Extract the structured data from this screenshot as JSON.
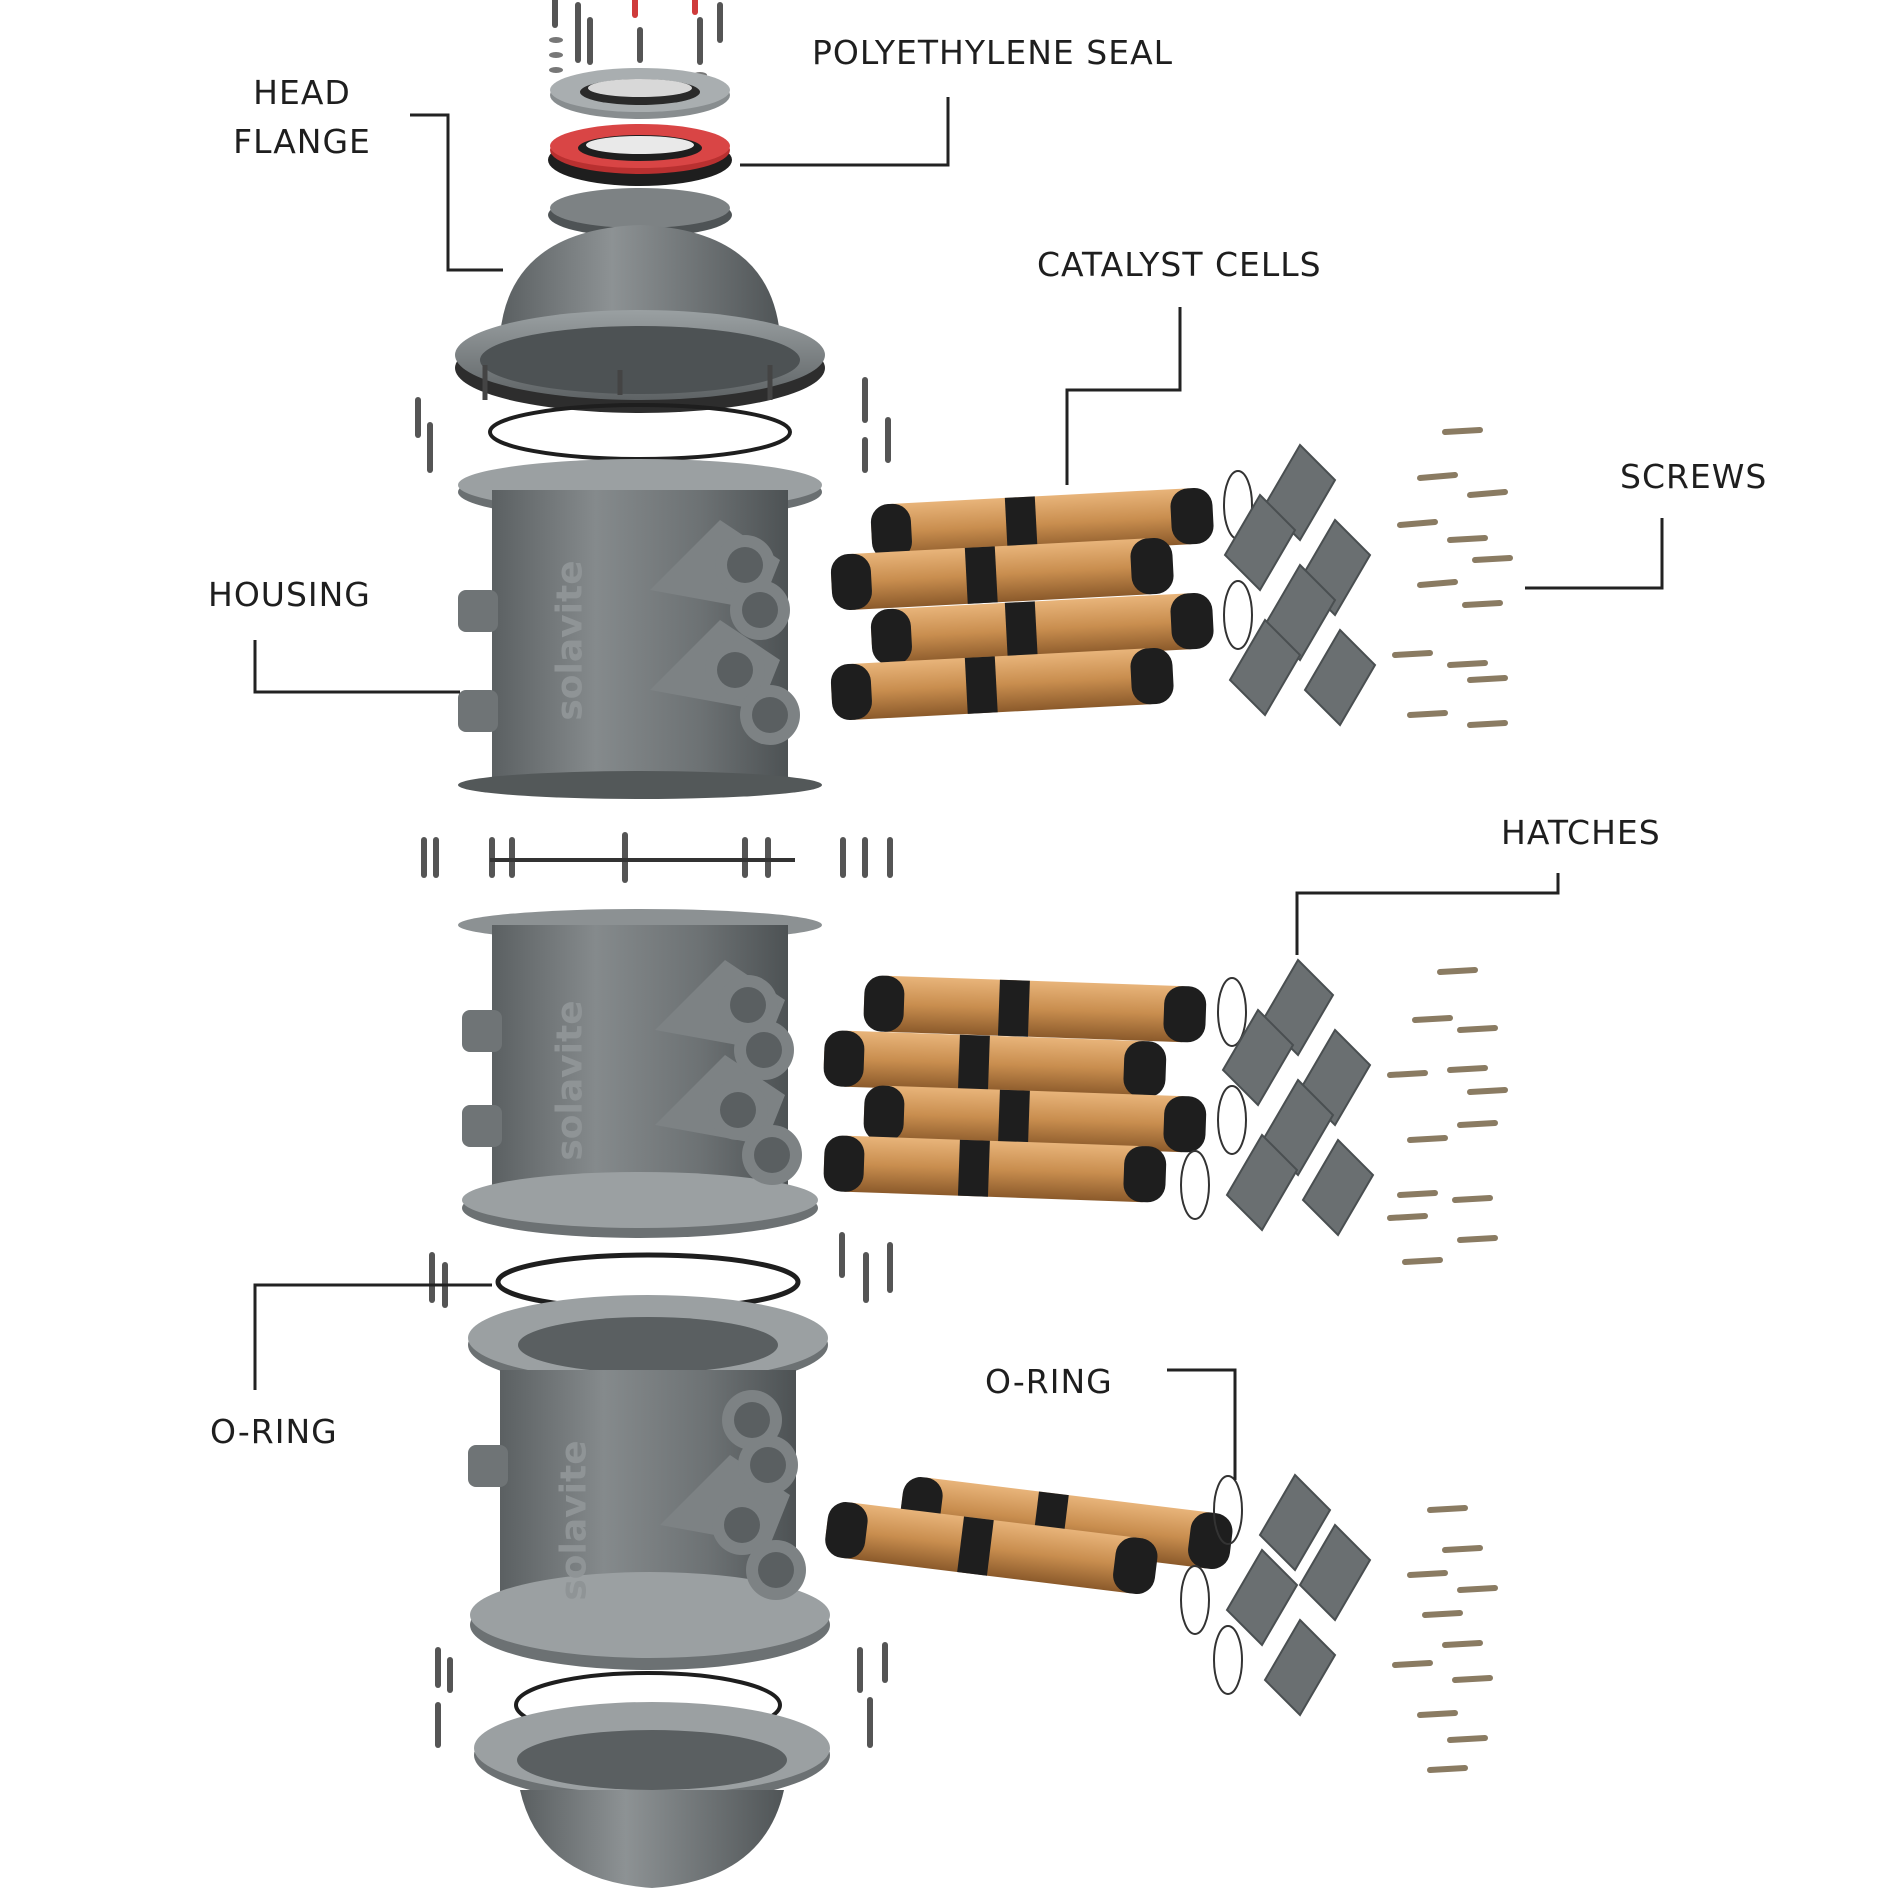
{
  "labels": {
    "head_flange": [
      "HEAD",
      "FLANGE"
    ],
    "polyethylene_seal": "POLYETHYLENE SEAL",
    "catalyst_cells": "CATALYST CELLS",
    "screws": "SCREWS",
    "housing": "HOUSING",
    "hatches": "HATCHES",
    "o_ring_left": "O-RING",
    "o_ring_right": "O-RING"
  },
  "logo_text": "solavite",
  "colors": {
    "housing": "#727779",
    "housing_dark": "#53585a",
    "housing_light": "#999ea0",
    "seal": "#cf3b3b",
    "cell_copper": "#c98e4f",
    "cell_band": "#1e1e1e",
    "screw": "#8a7b62",
    "leader": "#222222"
  }
}
